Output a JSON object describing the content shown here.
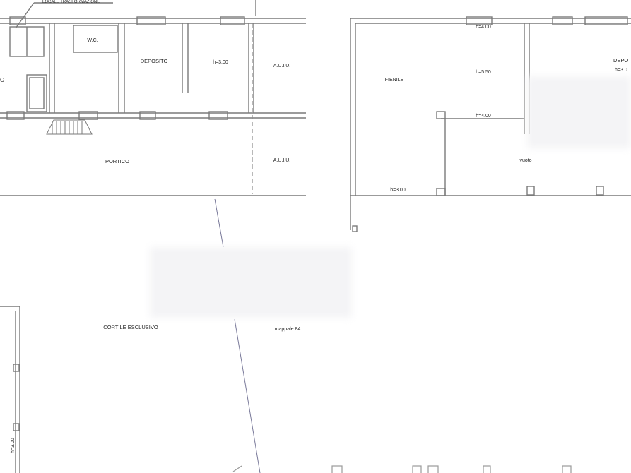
{
  "plan": {
    "rooms": {
      "partial_left": "O",
      "wc": "W.C.",
      "deposito_left": "DEPOSITO",
      "h_left": "h=3.00",
      "auiu_top": "A.U.I.U.",
      "portico": "PORTICO",
      "auiu_bottom": "A.U.I.U.",
      "fienile": "FIENILE",
      "deposito_right": "DEPO",
      "h_right_top": "h=4.00",
      "h_right_mid": "h=5.50",
      "h_right_beam": "h=4.00",
      "h_right_deposito": "h=3.0",
      "vuoto": "vuoto",
      "h_fienile_low": "h=3.00",
      "cortile": "CORTILE ESCLUSIVO",
      "mappale": "mappale 84",
      "h_left_wall": "h=3.00"
    },
    "callout_top": "LOCALE TRASFORMAZIONE"
  }
}
